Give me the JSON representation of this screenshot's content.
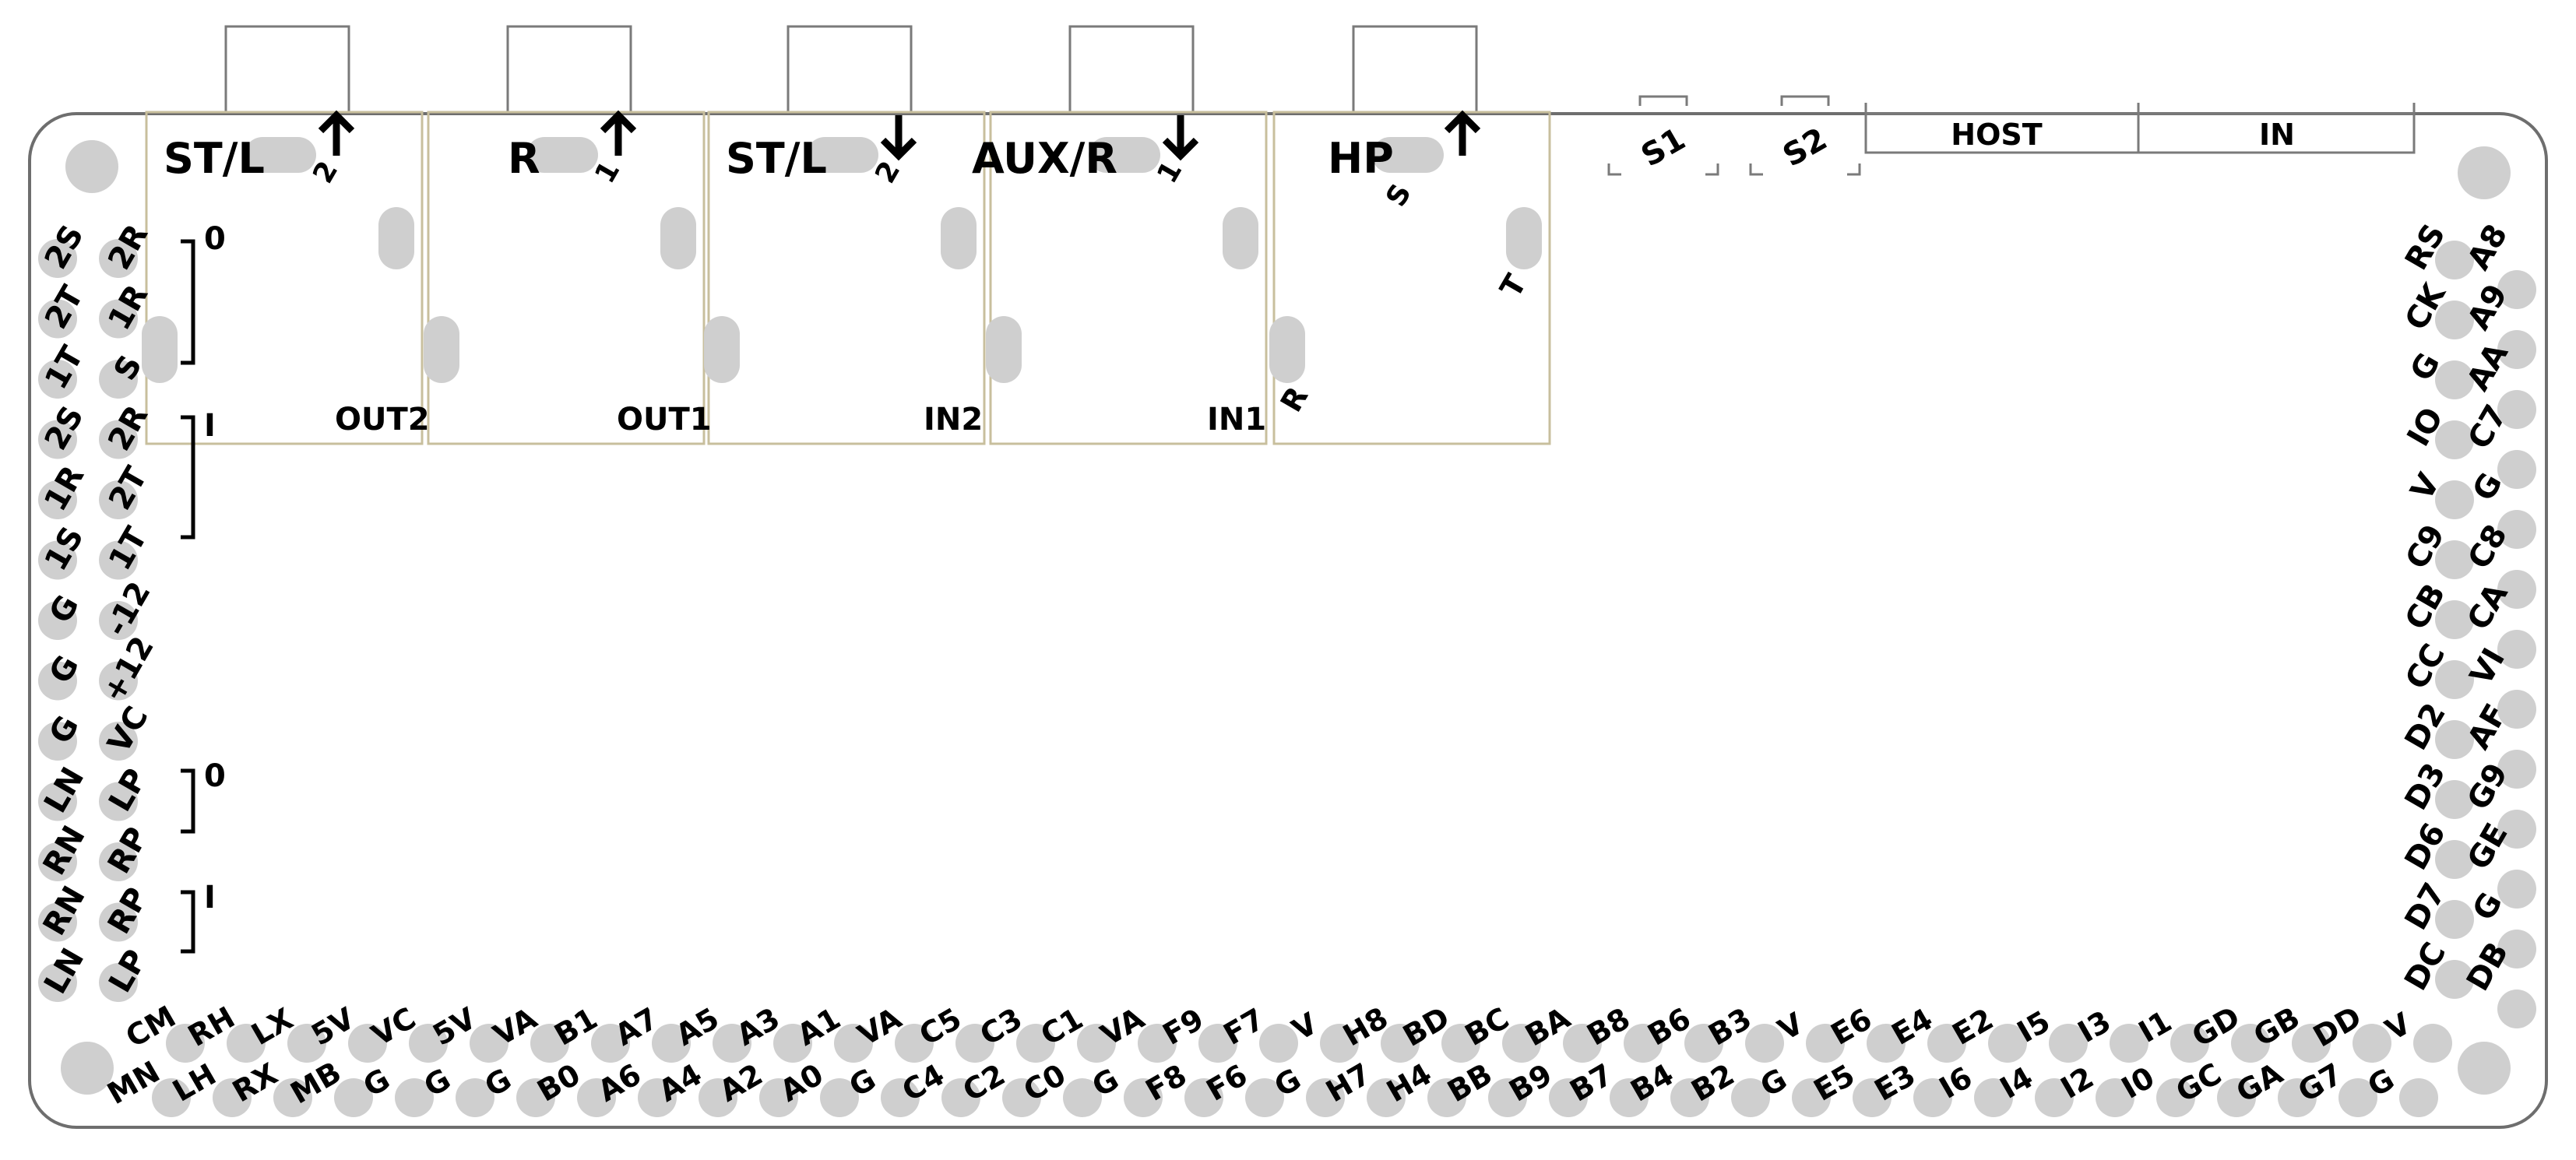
{
  "jacks": [
    {
      "label": "ST/L",
      "num": "2",
      "name": "OUT2",
      "arrow": "up"
    },
    {
      "label": "R",
      "num": "1",
      "name": "OUT1",
      "arrow": "up"
    },
    {
      "label": "ST/L",
      "num": "2",
      "name": "IN2",
      "arrow": "down"
    },
    {
      "label": "AUX/R",
      "num": "1",
      "name": "IN1",
      "arrow": "down"
    },
    {
      "label": "HP",
      "num": "S",
      "name": "",
      "arrow": "up"
    }
  ],
  "hp_tip": "T",
  "hp_ring": "R",
  "switches": [
    "S1",
    "S2"
  ],
  "connector": [
    "HOST",
    "IN"
  ],
  "left_col1": [
    "2S",
    "2T",
    "1T",
    "2S",
    "1R",
    "1S",
    "G",
    "G",
    "G",
    "LN",
    "RN",
    "RN",
    "LN"
  ],
  "left_col2": [
    "2R",
    "1R",
    "S",
    "2R",
    "2T",
    "1T",
    "-12",
    "+12",
    "VC",
    "LP",
    "RP",
    "RP",
    "LP"
  ],
  "left_groups": [
    "0",
    "I",
    "0",
    "I"
  ],
  "right_col1": [
    "RS",
    "CK",
    "G",
    "IO",
    "V",
    "C9",
    "CB",
    "CC",
    "D2",
    "D3",
    "D6",
    "D7",
    "DC"
  ],
  "right_col2": [
    "A8",
    "A9",
    "AA",
    "C7",
    "G",
    "C8",
    "CA",
    "VI",
    "AF",
    "G9",
    "GE",
    "G",
    "DB"
  ],
  "bottom_top": [
    "CM",
    "RH",
    "LX",
    "5V",
    "VC",
    "5V",
    "VA",
    "B1",
    "A7",
    "A5",
    "A3",
    "A1",
    "VA",
    "C5",
    "C3",
    "C1",
    "VA",
    "F9",
    "F7",
    "V",
    "H8",
    "BD",
    "BC",
    "BA",
    "B8",
    "B6",
    "B3",
    "V",
    "E6",
    "E4",
    "E2",
    "I5",
    "I3",
    "I1",
    "GD",
    "GB",
    "DD",
    "V"
  ],
  "bottom_bot": [
    "MN",
    "LH",
    "RX",
    "MB",
    "G",
    "G",
    "G",
    "B0",
    "A6",
    "A4",
    "A2",
    "A0",
    "G",
    "C4",
    "C2",
    "C0",
    "G",
    "F8",
    "F6",
    "G",
    "H7",
    "H4",
    "BB",
    "B9",
    "B7",
    "B4",
    "B2",
    "G",
    "E5",
    "E3",
    "I6",
    "I4",
    "I2",
    "I0",
    "GC",
    "GA",
    "G7",
    "G"
  ],
  "colors": {
    "pad": "#cfcfcf",
    "outline": "#6e6e6e",
    "jack_outline": "#c8bf9d",
    "ink": "#000000"
  }
}
